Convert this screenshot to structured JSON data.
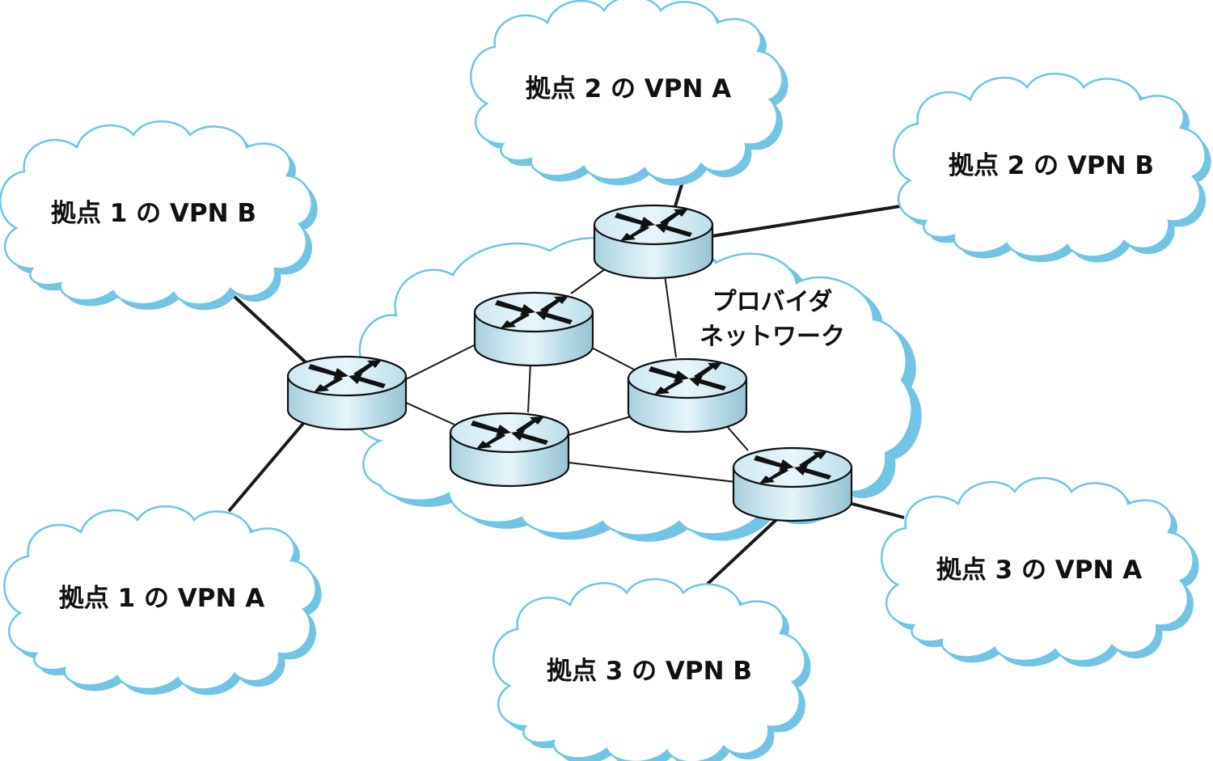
{
  "diagram": {
    "title": "VPN over provider network",
    "colors": {
      "cloud_outline": "#6ec6e6",
      "cloud_shadow": "#72c4e4",
      "cloud_fill": "#ffffff",
      "router_top": "#dbeff6",
      "router_side_light": "#e3f3f9",
      "router_side_dark": "#9ec7d6",
      "line": "#1a1a1a"
    },
    "provider": {
      "label_line1": "プロバイダ",
      "label_line2": "ネットワーク"
    },
    "sites": [
      {
        "id": "site1b",
        "label": "拠点 1 の VPN B"
      },
      {
        "id": "site2a",
        "label": "拠点 2 の VPN A"
      },
      {
        "id": "site2b",
        "label": "拠点 2 の VPN B"
      },
      {
        "id": "site1a",
        "label": "拠点 1 の VPN A"
      },
      {
        "id": "site3a",
        "label": "拠点 3 の VPN A"
      },
      {
        "id": "site3b",
        "label": "拠点 3 の VPN B"
      }
    ],
    "routers": [
      {
        "id": "r_left",
        "role": "provider-edge"
      },
      {
        "id": "r_top",
        "role": "provider-edge"
      },
      {
        "id": "r_mid_top",
        "role": "provider-core"
      },
      {
        "id": "r_mid_bottom",
        "role": "provider-core"
      },
      {
        "id": "r_center_right",
        "role": "provider-core"
      },
      {
        "id": "r_bottom_right",
        "role": "provider-edge"
      }
    ],
    "links": [
      {
        "from": "r_left",
        "to": "r_mid_top",
        "type": "internal"
      },
      {
        "from": "r_left",
        "to": "r_mid_bottom",
        "type": "internal"
      },
      {
        "from": "r_mid_top",
        "to": "r_top",
        "type": "internal"
      },
      {
        "from": "r_mid_top",
        "to": "r_mid_bottom",
        "type": "internal"
      },
      {
        "from": "r_mid_top",
        "to": "r_center_right",
        "type": "internal"
      },
      {
        "from": "r_top",
        "to": "r_center_right",
        "type": "internal"
      },
      {
        "from": "r_mid_bottom",
        "to": "r_center_right",
        "type": "internal"
      },
      {
        "from": "r_mid_bottom",
        "to": "r_bottom_right",
        "type": "internal"
      },
      {
        "from": "r_center_right",
        "to": "r_bottom_right",
        "type": "internal"
      },
      {
        "from": "r_left",
        "to": "site1b",
        "type": "access"
      },
      {
        "from": "r_left",
        "to": "site1a",
        "type": "access"
      },
      {
        "from": "r_top",
        "to": "site2a",
        "type": "access"
      },
      {
        "from": "r_top",
        "to": "site2b",
        "type": "access"
      },
      {
        "from": "r_bottom_right",
        "to": "site3a",
        "type": "access"
      },
      {
        "from": "r_bottom_right",
        "to": "site3b",
        "type": "access"
      }
    ]
  }
}
